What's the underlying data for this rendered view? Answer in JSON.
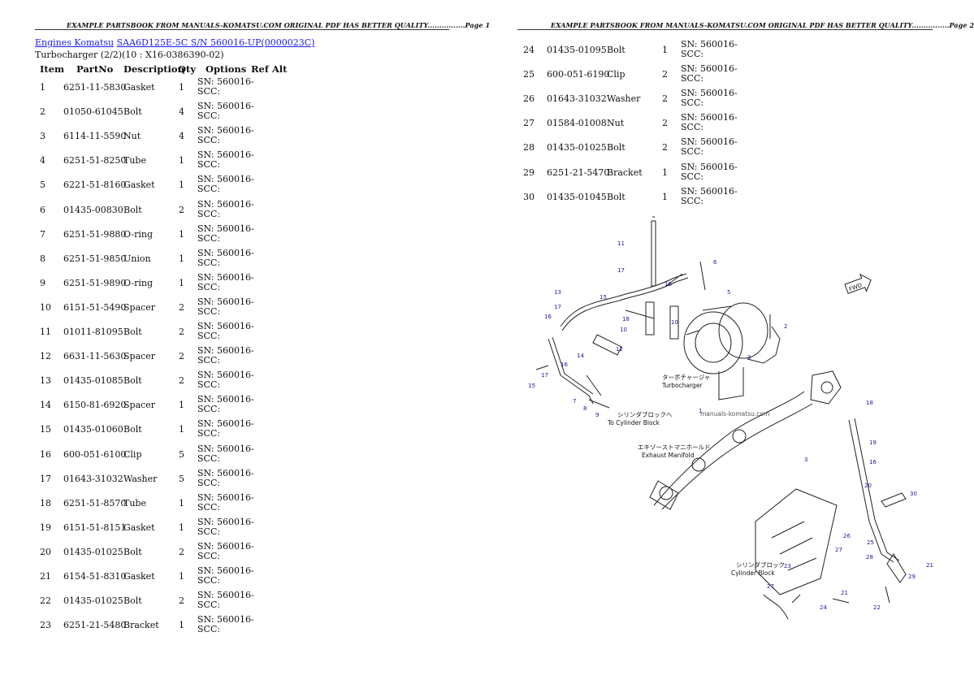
{
  "header_left": "EXAMPLE PARTSBOOK FROM MANUALS-KOMATSU.COM ORIGINAL PDF HAS BETTER QUALITY................Page 1",
  "header_right": "EXAMPLE PARTSBOOK FROM MANUALS-KOMATSU.COM ORIGINAL PDF HAS BETTER QUALITY................Page 2",
  "breadcrumb": {
    "link1": "Engines Komatsu",
    "link2": "SAA6D125E-5C S/N 560016-UP(0000023C)"
  },
  "subtitle": "Turbocharger (2/2)(10 : X16-0386390-02)",
  "columns": {
    "item": "Item",
    "partno": "PartNo",
    "desc": "Description",
    "qty": "Qty",
    "options": "Options",
    "refalt": "Ref Alt"
  },
  "option_line1": "SN: 560016-",
  "option_line2": "SCC:",
  "parts_left": [
    {
      "item": "1",
      "partno": "6251-11-5830",
      "desc": "Gasket",
      "qty": "1"
    },
    {
      "item": "2",
      "partno": "01050-61045",
      "desc": "Bolt",
      "qty": "4"
    },
    {
      "item": "3",
      "partno": "6114-11-5590",
      "desc": "Nut",
      "qty": "4"
    },
    {
      "item": "4",
      "partno": "6251-51-8250",
      "desc": "Tube",
      "qty": "1"
    },
    {
      "item": "5",
      "partno": "6221-51-8160",
      "desc": "Gasket",
      "qty": "1"
    },
    {
      "item": "6",
      "partno": "01435-00830",
      "desc": "Bolt",
      "qty": "2"
    },
    {
      "item": "7",
      "partno": "6251-51-9880",
      "desc": "O-ring",
      "qty": "1"
    },
    {
      "item": "8",
      "partno": "6251-51-9850",
      "desc": "Union",
      "qty": "1"
    },
    {
      "item": "9",
      "partno": "6251-51-9890",
      "desc": "O-ring",
      "qty": "1"
    },
    {
      "item": "10",
      "partno": "6151-51-5490",
      "desc": "Spacer",
      "qty": "2"
    },
    {
      "item": "11",
      "partno": "01011-81095",
      "desc": "Bolt",
      "qty": "2"
    },
    {
      "item": "12",
      "partno": "6631-11-5630",
      "desc": "Spacer",
      "qty": "2"
    },
    {
      "item": "13",
      "partno": "01435-01085",
      "desc": "Bolt",
      "qty": "2"
    },
    {
      "item": "14",
      "partno": "6150-81-6920",
      "desc": "Spacer",
      "qty": "1"
    },
    {
      "item": "15",
      "partno": "01435-01060",
      "desc": "Bolt",
      "qty": "1"
    },
    {
      "item": "16",
      "partno": "600-051-6100",
      "desc": "Clip",
      "qty": "5"
    },
    {
      "item": "17",
      "partno": "01643-31032",
      "desc": "Washer",
      "qty": "5"
    },
    {
      "item": "18",
      "partno": "6251-51-8570",
      "desc": "Tube",
      "qty": "1"
    },
    {
      "item": "19",
      "partno": "6151-51-8151",
      "desc": "Gasket",
      "qty": "1"
    },
    {
      "item": "20",
      "partno": "01435-01025",
      "desc": "Bolt",
      "qty": "2"
    },
    {
      "item": "21",
      "partno": "6154-51-8310",
      "desc": "Gasket",
      "qty": "1"
    },
    {
      "item": "22",
      "partno": "01435-01025",
      "desc": "Bolt",
      "qty": "2"
    },
    {
      "item": "23",
      "partno": "6251-21-5480",
      "desc": "Bracket",
      "qty": "1"
    }
  ],
  "parts_right": [
    {
      "item": "24",
      "partno": "01435-01095",
      "desc": "Bolt",
      "qty": "1"
    },
    {
      "item": "25",
      "partno": "600-051-6190",
      "desc": "Clip",
      "qty": "2"
    },
    {
      "item": "26",
      "partno": "01643-31032",
      "desc": "Washer",
      "qty": "2"
    },
    {
      "item": "27",
      "partno": "01584-01008",
      "desc": "Nut",
      "qty": "2"
    },
    {
      "item": "28",
      "partno": "01435-01025",
      "desc": "Bolt",
      "qty": "2"
    },
    {
      "item": "29",
      "partno": "6251-21-5470",
      "desc": "Bracket",
      "qty": "1"
    },
    {
      "item": "30",
      "partno": "01435-01045",
      "desc": "Bolt",
      "qty": "1"
    }
  ],
  "diagram": {
    "label_turbo_jp": "ターボチャージャ",
    "label_turbo_en": "Turbocharger",
    "label_cyl_jp": "シリンダブロックへ",
    "label_cyl_en": "To Cylinder Block",
    "label_exh_jp": "エキゾーストマニホールド",
    "label_exh_en": "Exhaust Manifold",
    "label_block_jp": "シリンダブロック",
    "label_block_en": "Cylinder Block",
    "watermark": "manuals-komatsu.com",
    "fwd": "FWD"
  },
  "colors": {
    "link": "#1a1aee",
    "callout": "#1a1aa0"
  }
}
